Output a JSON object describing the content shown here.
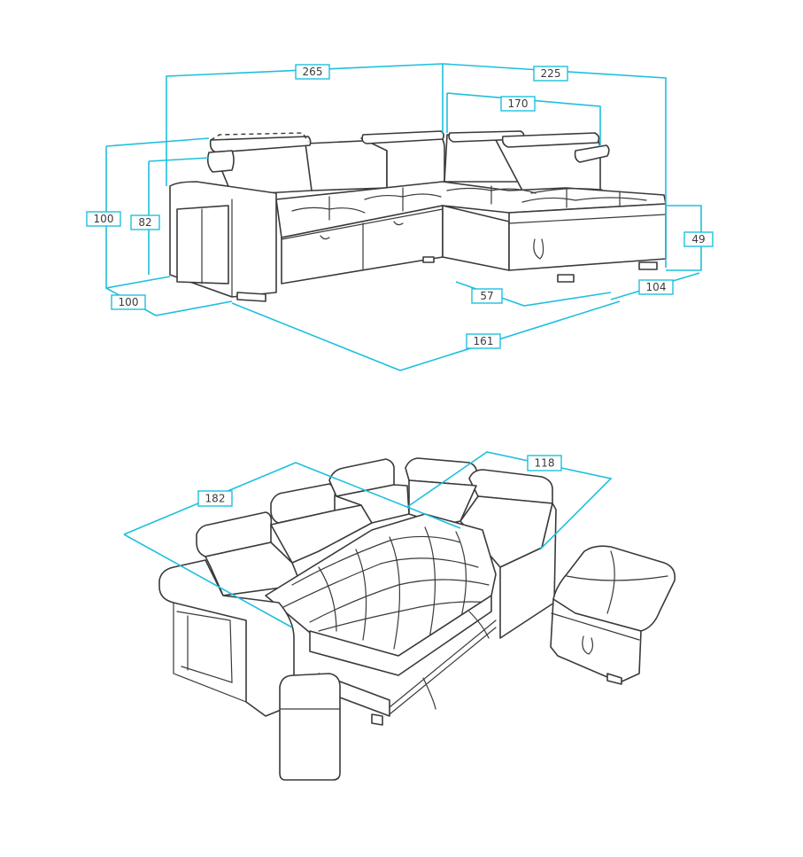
{
  "colors": {
    "dimension_line": "#1ec0dd",
    "outline": "#3a3a3a",
    "background": "#ffffff"
  },
  "top_view": {
    "dimensions": {
      "total_length": "265",
      "chaise_depth": "225",
      "corner_seat": "170",
      "back_height": "100",
      "headrest_height": "82",
      "seat_height": "49",
      "depth": "100",
      "chaise_width": "104",
      "seat_depth": "57",
      "chaise_length": "161"
    }
  },
  "bed_view": {
    "dimensions": {
      "bed_length": "182",
      "bed_width": "118"
    }
  }
}
